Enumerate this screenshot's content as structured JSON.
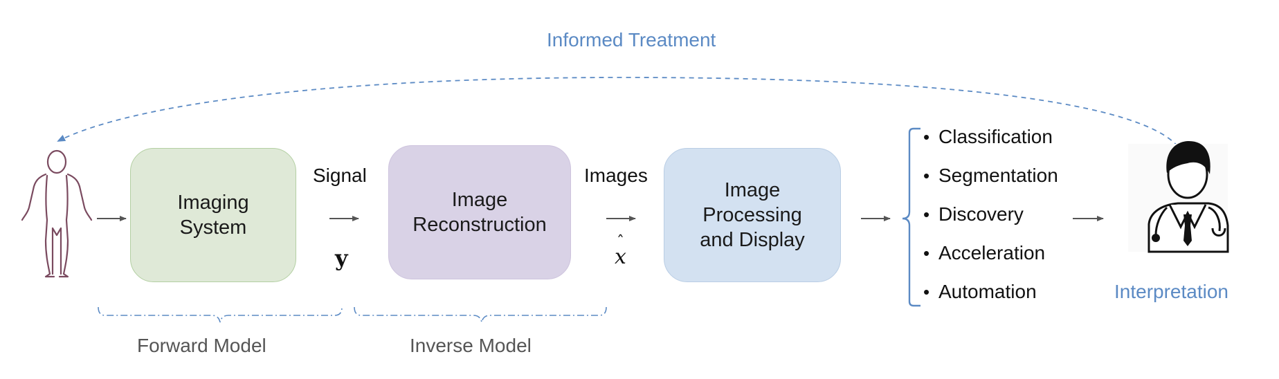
{
  "colors": {
    "accent_blue": "#5b8ac4",
    "imaging_fill": "#dfe9d7",
    "reconstruction_fill": "#d9d2e6",
    "processing_fill": "#d3e1f1",
    "arrow_gray": "#555555"
  },
  "feedback": {
    "label": "Informed Treatment"
  },
  "patient": {
    "icon": "human-figure-icon"
  },
  "blocks": {
    "imaging_system": "Imaging\nSystem",
    "image_reconstruction": "Image\nReconstruction",
    "image_processing": "Image\nProcessing\nand Display"
  },
  "signals": {
    "signal_label": "Signal",
    "signal_symbol": "y",
    "images_label": "Images",
    "images_symbol": "x"
  },
  "models": {
    "forward": "Forward Model",
    "inverse": "Inverse Model"
  },
  "tasks": [
    "Classification",
    "Segmentation",
    "Discovery",
    "Acceleration",
    "Automation"
  ],
  "doctor": {
    "icon": "doctor-icon",
    "label": "Interpretation"
  }
}
